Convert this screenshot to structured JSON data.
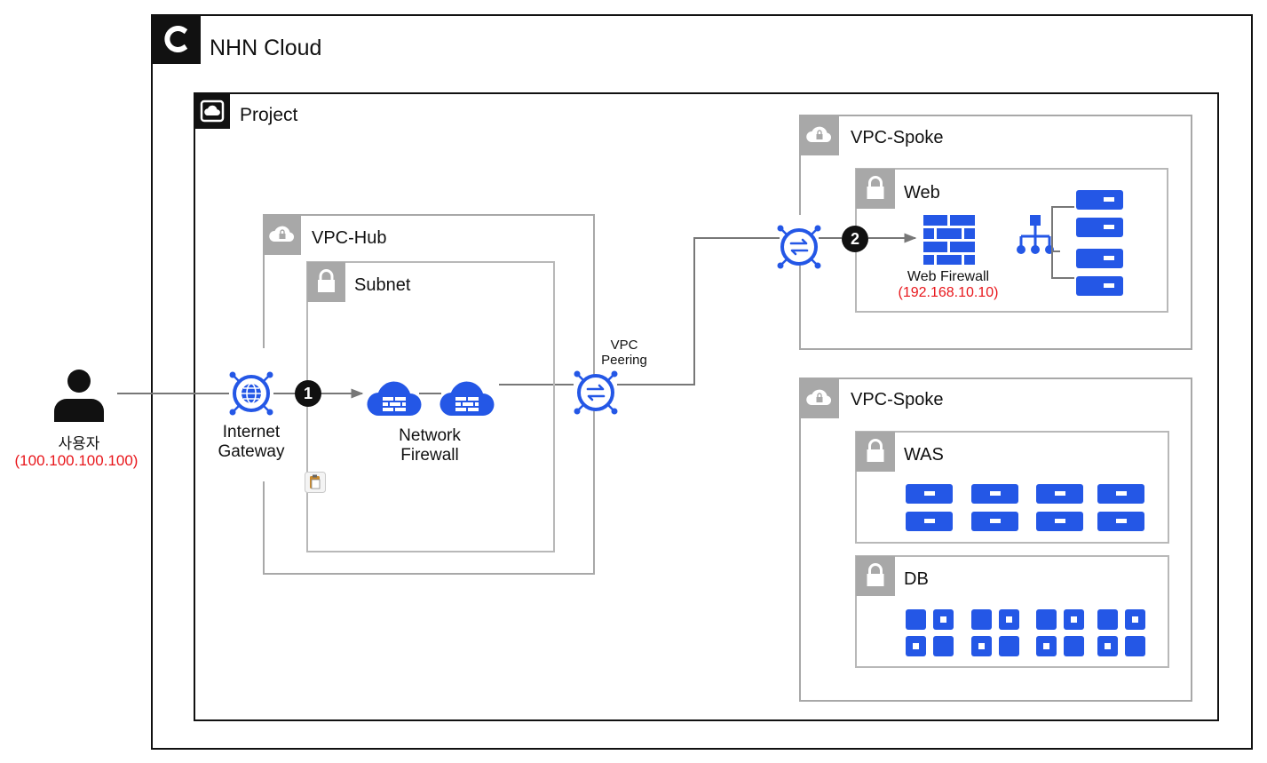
{
  "cloud": {
    "title": "NHN Cloud",
    "logo_letter": "C"
  },
  "project": {
    "title": "Project"
  },
  "user": {
    "label": "사용자",
    "ip": "(100.100.100.100)",
    "ip_color": "#e8161b"
  },
  "vpc_hub": {
    "title": "VPC-Hub",
    "subnet_title": "Subnet",
    "internet_gateway": [
      "Internet",
      "Gateway"
    ],
    "network_firewall": [
      "Network",
      "Firewall"
    ],
    "step_1": "1"
  },
  "peering": {
    "label": [
      "VPC",
      "Peering"
    ]
  },
  "spoke_web": {
    "title": "VPC-Spoke",
    "subnet_title": "Web",
    "step_2": "2",
    "web_firewall_label": "Web Firewall",
    "web_firewall_ip": "(192.168.10.10)",
    "server_count": 4
  },
  "spoke_app": {
    "title": "VPC-Spoke",
    "was_title": "WAS",
    "db_title": "DB",
    "was_server_count": 8,
    "db_instance_count": 16
  },
  "colors": {
    "accent_blue": "#2457e6",
    "gray_badge": "#a8a8a8",
    "dark": "#111111",
    "red": "#e8161b"
  }
}
